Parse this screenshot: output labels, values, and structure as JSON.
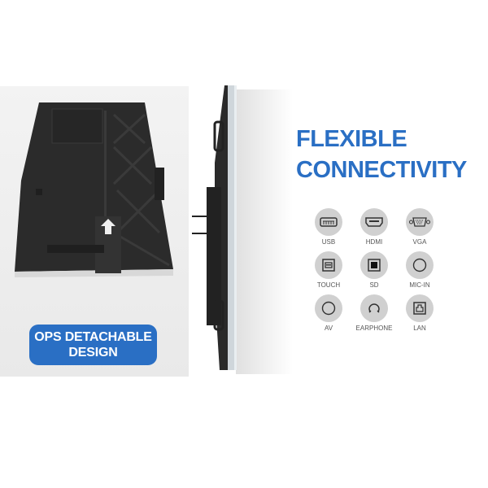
{
  "left": {
    "badge": {
      "line1": "OPS DETACHABLE",
      "line2": "DESIGN",
      "color": "#2a6fc4"
    }
  },
  "right": {
    "title": {
      "line1": "FLEXIBLE",
      "line2": "CONNECTIVITY",
      "color": "#2a6fc4"
    },
    "ports": [
      {
        "label": "USB",
        "icon": "usb-icon"
      },
      {
        "label": "HDMI",
        "icon": "hdmi-icon"
      },
      {
        "label": "VGA",
        "icon": "vga-icon"
      },
      {
        "label": "TOUCH",
        "icon": "touch-usb-b-icon"
      },
      {
        "label": "SD",
        "icon": "sd-icon"
      },
      {
        "label": "MIC-IN",
        "icon": "mic-in-icon"
      },
      {
        "label": "AV",
        "icon": "av-icon"
      },
      {
        "label": "EARPHONE",
        "icon": "earphone-icon"
      },
      {
        "label": "LAN",
        "icon": "lan-icon"
      }
    ]
  }
}
